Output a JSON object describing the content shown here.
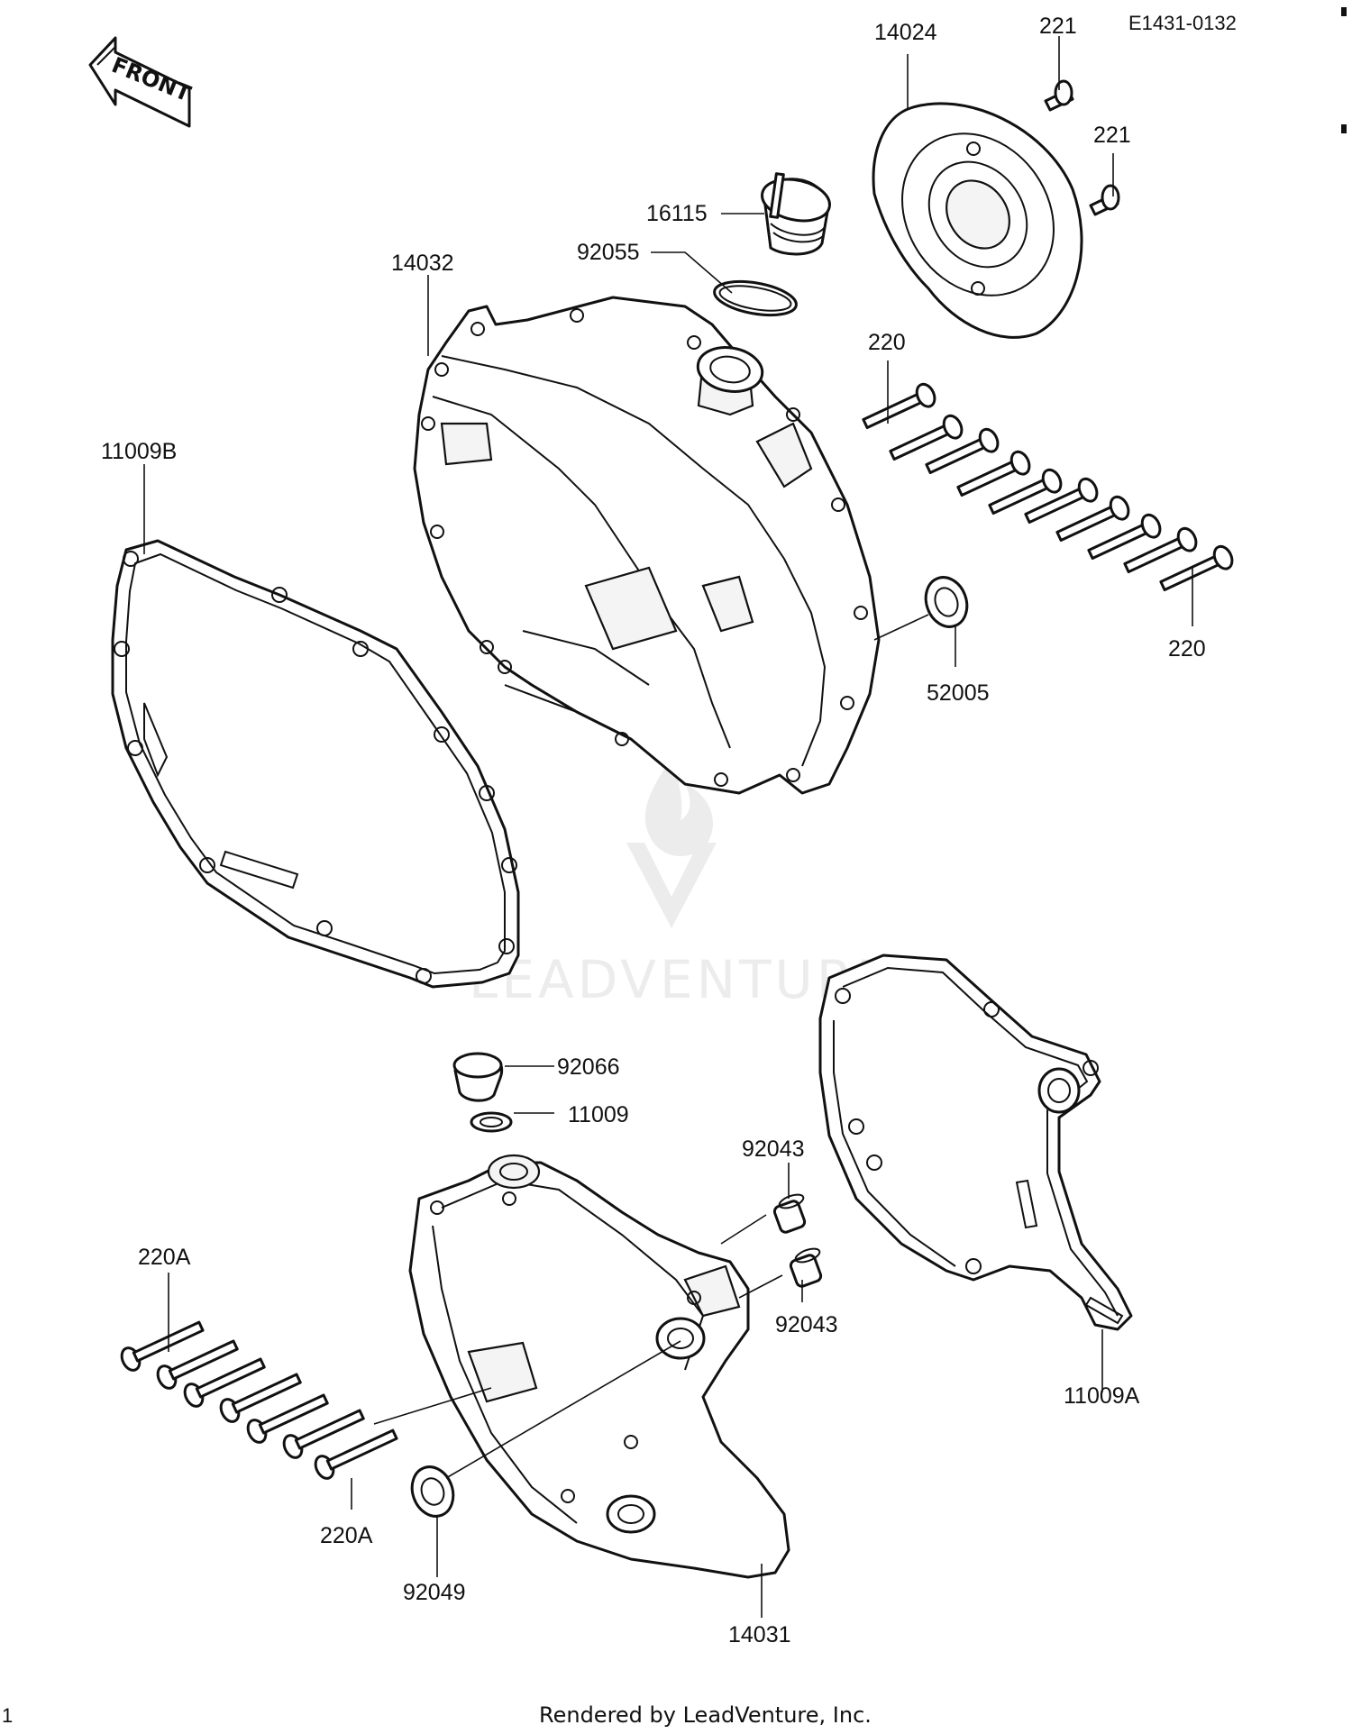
{
  "diagram_code": "E1431-0132",
  "front_arrow_label": "FRONT",
  "watermark_text": "LEADVENTURE",
  "footer": "Rendered by LeadVenture, Inc.",
  "page_mark": "1",
  "callouts": {
    "p14024": "14024",
    "p221_top": "221",
    "p221_mid": "221",
    "p16115": "16115",
    "p92055": "92055",
    "p14032": "14032",
    "p220_top": "220",
    "p220_bot": "220",
    "p11009B": "11009B",
    "p52005": "52005",
    "p92066": "92066",
    "p11009": "11009",
    "p92043_top": "92043",
    "p92043_bot": "92043",
    "p220A_top": "220A",
    "p220A_bot": "220A",
    "p11009A": "11009A",
    "p92049": "92049",
    "p14031": "14031"
  }
}
